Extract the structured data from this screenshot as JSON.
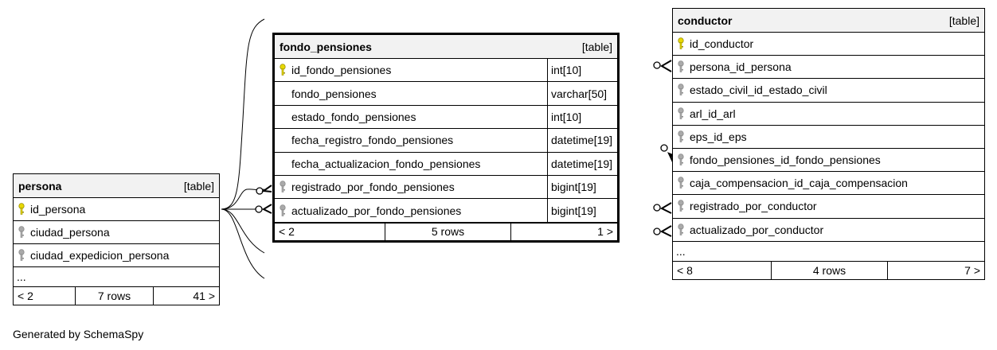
{
  "footer_text": "Generated by SchemaSpy",
  "tables": {
    "persona": {
      "name": "persona",
      "kind": "[table]",
      "columns": [
        {
          "name": "id_persona",
          "icon": "primary-key-icon"
        },
        {
          "name": "ciudad_persona",
          "icon": "foreign-key-icon"
        },
        {
          "name": "ciudad_expedicion_persona",
          "icon": "foreign-key-icon"
        }
      ],
      "more": "...",
      "footer": {
        "left": "< 2",
        "mid": "7 rows",
        "right": "41 >"
      }
    },
    "fondo_pensiones": {
      "name": "fondo_pensiones",
      "kind": "[table]",
      "columns": [
        {
          "name": "id_fondo_pensiones",
          "type": "int[10]",
          "icon": "primary-key-icon"
        },
        {
          "name": "fondo_pensiones",
          "type": "varchar[50]",
          "icon": "none"
        },
        {
          "name": "estado_fondo_pensiones",
          "type": "int[10]",
          "icon": "none"
        },
        {
          "name": "fecha_registro_fondo_pensiones",
          "type": "datetime[19]",
          "icon": "none"
        },
        {
          "name": "fecha_actualizacion_fondo_pensiones",
          "type": "datetime[19]",
          "icon": "none"
        },
        {
          "name": "registrado_por_fondo_pensiones",
          "type": "bigint[19]",
          "icon": "foreign-key-icon"
        },
        {
          "name": "actualizado_por_fondo_pensiones",
          "type": "bigint[19]",
          "icon": "foreign-key-icon"
        }
      ],
      "footer": {
        "left": "< 2",
        "mid": "5 rows",
        "right": "1 >"
      }
    },
    "conductor": {
      "name": "conductor",
      "kind": "[table]",
      "columns": [
        {
          "name": "id_conductor",
          "icon": "primary-key-icon"
        },
        {
          "name": "persona_id_persona",
          "icon": "foreign-key-icon"
        },
        {
          "name": "estado_civil_id_estado_civil",
          "icon": "foreign-key-icon"
        },
        {
          "name": "arl_id_arl",
          "icon": "foreign-key-icon"
        },
        {
          "name": "eps_id_eps",
          "icon": "foreign-key-icon"
        },
        {
          "name": "fondo_pensiones_id_fondo_pensiones",
          "icon": "foreign-key-icon"
        },
        {
          "name": "caja_compensacion_id_caja_compensacion",
          "icon": "foreign-key-icon"
        },
        {
          "name": "registrado_por_conductor",
          "icon": "foreign-key-icon"
        },
        {
          "name": "actualizado_por_conductor",
          "icon": "foreign-key-icon"
        }
      ],
      "more": "...",
      "footer": {
        "left": "< 8",
        "mid": "4 rows",
        "right": "7 >"
      }
    }
  },
  "colors": {
    "primary_key": "#e8d800",
    "foreign_key": "#aaaaaa",
    "header_bg": "#f2f2f2",
    "line": "#000000"
  }
}
